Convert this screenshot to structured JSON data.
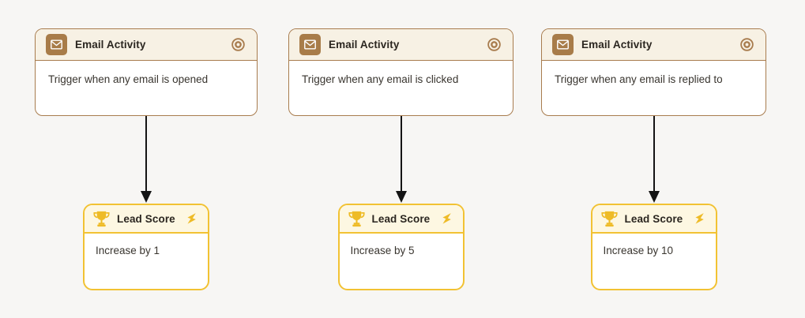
{
  "canvas": {
    "background": "#f7f6f4",
    "arrow_color": "#141414"
  },
  "theme": {
    "trigger_border": "#a87c4e",
    "trigger_header_bg": "#f7f1e4",
    "trigger_icon_bg": "#a87c49",
    "action_border": "#f2c233",
    "action_header_bg": "#fdf7e2",
    "action_icon_color": "#eebb27",
    "title_color": "#2b2620",
    "body_text_color": "#39352f"
  },
  "columns": [
    {
      "trigger": {
        "title": "Email Activity",
        "description": "Trigger when any email is opened",
        "icon": "envelope-icon",
        "badge_icon": "target-icon"
      },
      "action": {
        "title": "Lead Score",
        "description": "Increase by 1",
        "icon": "trophy-icon",
        "badge_icon": "lightning-icon"
      }
    },
    {
      "trigger": {
        "title": "Email Activity",
        "description": "Trigger when any email is clicked",
        "icon": "envelope-icon",
        "badge_icon": "target-icon"
      },
      "action": {
        "title": "Lead Score",
        "description": "Increase by 5",
        "icon": "trophy-icon",
        "badge_icon": "lightning-icon"
      }
    },
    {
      "trigger": {
        "title": "Email Activity",
        "description": "Trigger when any email is replied to",
        "icon": "envelope-icon",
        "badge_icon": "target-icon"
      },
      "action": {
        "title": "Lead Score",
        "description": "Increase by 10",
        "icon": "trophy-icon",
        "badge_icon": "lightning-icon"
      }
    }
  ]
}
